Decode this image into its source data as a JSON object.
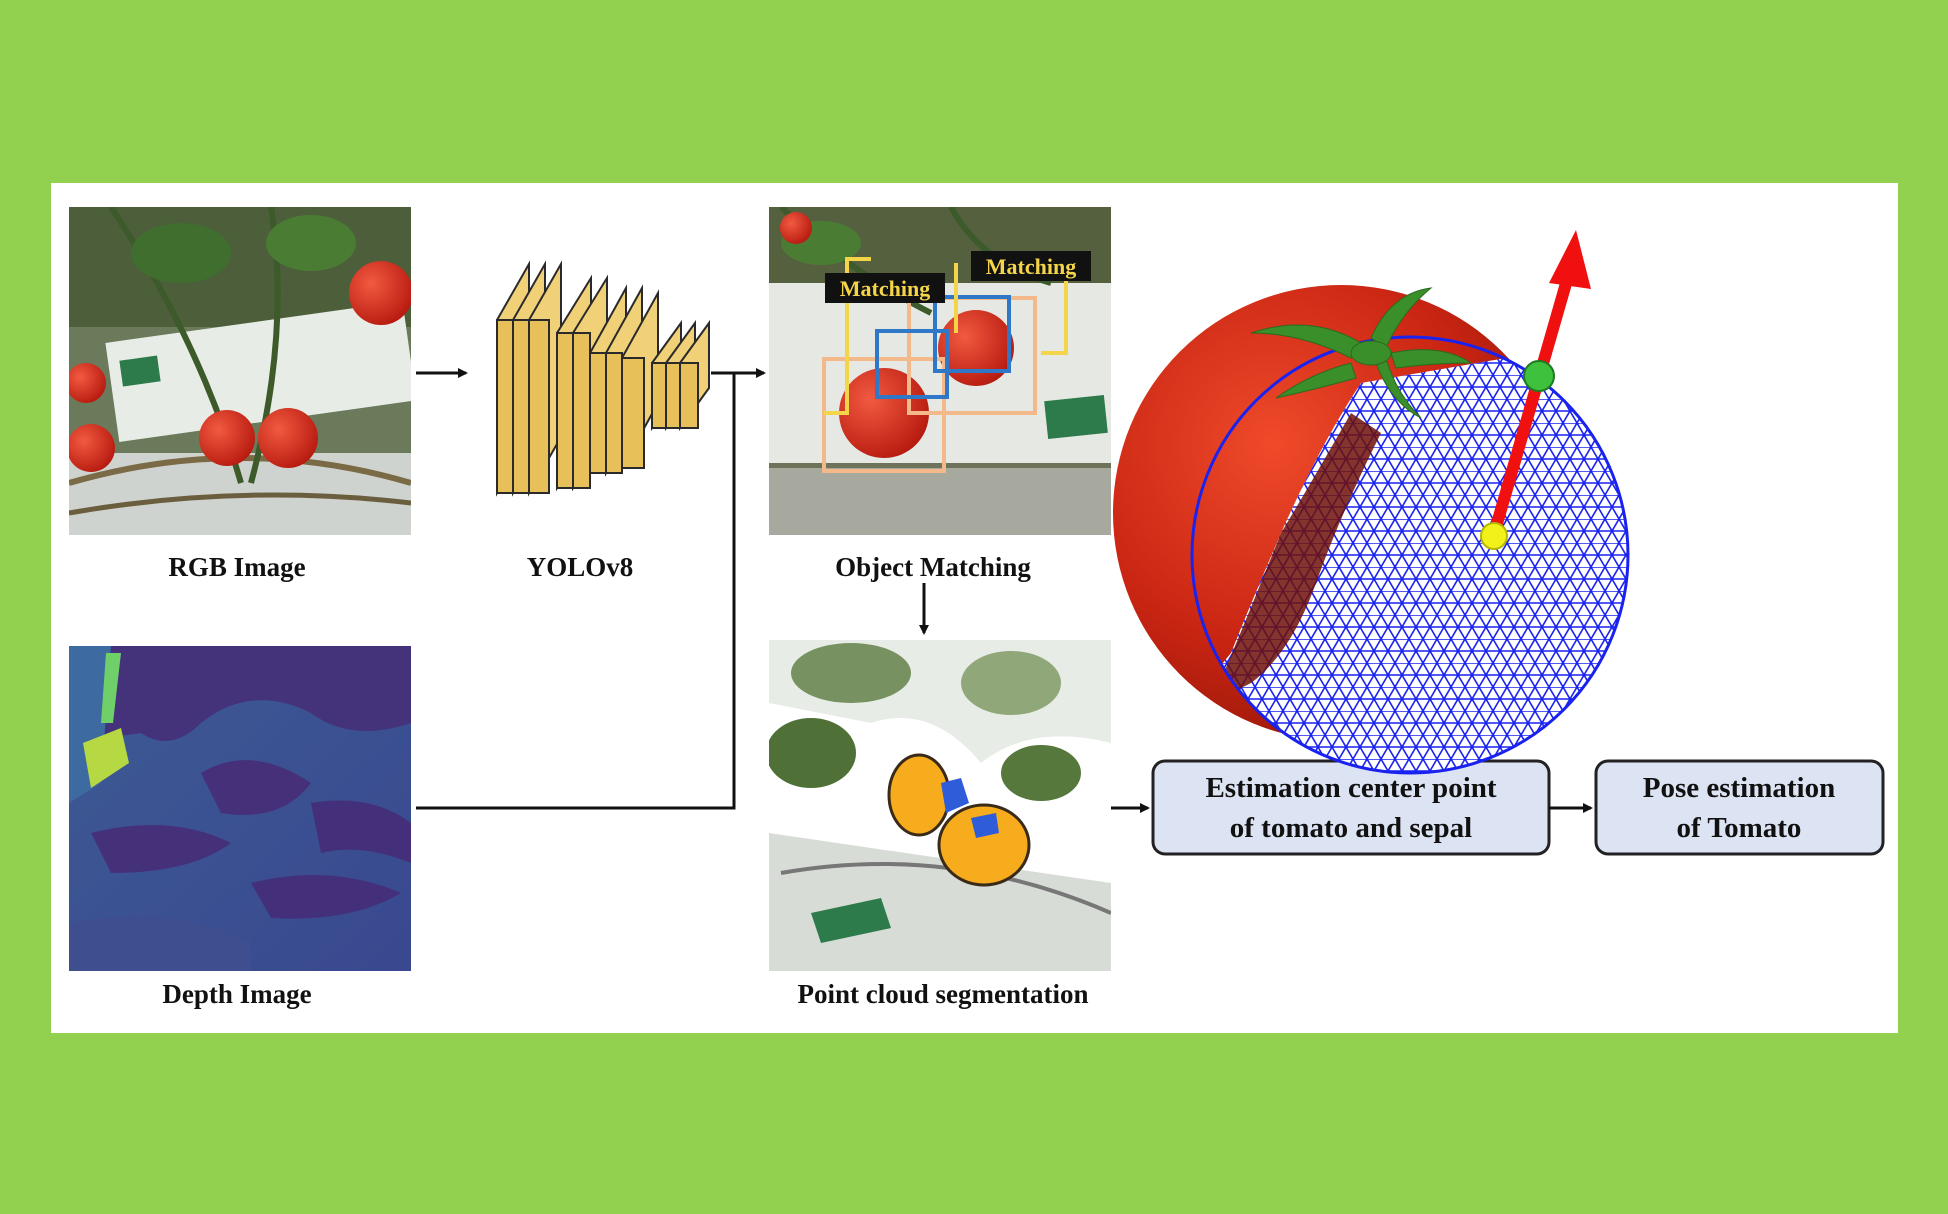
{
  "stages": {
    "rgb_label": "RGB Image",
    "depth_label": "Depth Image",
    "yolo_label": "YOLOv8",
    "matching_label": "Object Matching",
    "matching_tag_left": "Matching",
    "matching_tag_right": "Matching",
    "pointcloud_label": "Point cloud segmentation"
  },
  "boxes": {
    "center_estimation_line1": "Estimation center point",
    "center_estimation_line2": "of tomato and sepal",
    "pose_estimation_line1": "Pose estimation",
    "pose_estimation_line2": "of Tomato"
  },
  "colors": {
    "background": "#92d050",
    "panel": "#ffffff",
    "box_fill": "#dce3f2",
    "tomato_red": "#d42a10",
    "mesh_blue": "#1a22f0",
    "axis_arrow": "#f01010",
    "center_point": "#f2f21a",
    "sepal_point": "#3ec23e",
    "match_box_orange": "#f3b98a",
    "match_box_blue": "#2f78c8",
    "match_tag_yellow": "#f4d54a"
  }
}
